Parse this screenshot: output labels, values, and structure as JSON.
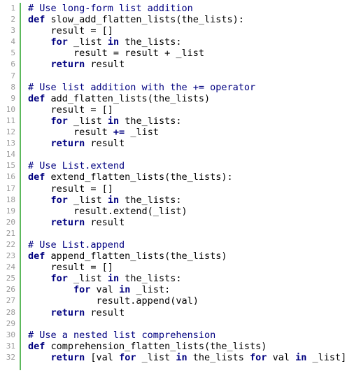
{
  "editor": {
    "colors": {
      "gutter_bar": "#5cb85c",
      "keyword": "#000080",
      "comment": "#000080",
      "text": "#000000",
      "line_number": "#9a9a9a"
    },
    "lines": [
      {
        "n": "1",
        "tokens": [
          {
            "t": "# Use long-form list addition",
            "c": "cm"
          }
        ]
      },
      {
        "n": "2",
        "tokens": [
          {
            "t": "def",
            "c": "kw"
          },
          {
            "t": " slow_add_flatten_lists(the_lists):",
            "c": "pl"
          }
        ]
      },
      {
        "n": "3",
        "tokens": [
          {
            "t": "    result = []",
            "c": "pl"
          }
        ]
      },
      {
        "n": "4",
        "tokens": [
          {
            "t": "    ",
            "c": "pl"
          },
          {
            "t": "for",
            "c": "kw"
          },
          {
            "t": " _list ",
            "c": "pl"
          },
          {
            "t": "in",
            "c": "kw"
          },
          {
            "t": " the_lists:",
            "c": "pl"
          }
        ]
      },
      {
        "n": "5",
        "tokens": [
          {
            "t": "        result = result + _list",
            "c": "pl"
          }
        ]
      },
      {
        "n": "6",
        "tokens": [
          {
            "t": "    ",
            "c": "pl"
          },
          {
            "t": "return",
            "c": "kw"
          },
          {
            "t": " result",
            "c": "pl"
          }
        ]
      },
      {
        "n": "7",
        "tokens": [
          {
            "t": "",
            "c": "pl"
          }
        ]
      },
      {
        "n": "8",
        "tokens": [
          {
            "t": "# Use list addition with the += operator",
            "c": "cm"
          }
        ]
      },
      {
        "n": "9",
        "tokens": [
          {
            "t": "def",
            "c": "kw"
          },
          {
            "t": " add_flatten_lists(the_lists)",
            "c": "pl"
          }
        ]
      },
      {
        "n": "10",
        "tokens": [
          {
            "t": "    result = []",
            "c": "pl"
          }
        ]
      },
      {
        "n": "11",
        "tokens": [
          {
            "t": "    ",
            "c": "pl"
          },
          {
            "t": "for",
            "c": "kw"
          },
          {
            "t": " _list ",
            "c": "pl"
          },
          {
            "t": "in",
            "c": "kw"
          },
          {
            "t": " the_lists:",
            "c": "pl"
          }
        ]
      },
      {
        "n": "12",
        "tokens": [
          {
            "t": "        result ",
            "c": "pl"
          },
          {
            "t": "+=",
            "c": "kw"
          },
          {
            "t": " _list",
            "c": "pl"
          }
        ]
      },
      {
        "n": "13",
        "tokens": [
          {
            "t": "    ",
            "c": "pl"
          },
          {
            "t": "return",
            "c": "kw"
          },
          {
            "t": " result",
            "c": "pl"
          }
        ]
      },
      {
        "n": "14",
        "tokens": [
          {
            "t": "",
            "c": "pl"
          }
        ]
      },
      {
        "n": "15",
        "tokens": [
          {
            "t": "# Use List.extend",
            "c": "cm"
          }
        ]
      },
      {
        "n": "16",
        "tokens": [
          {
            "t": "def",
            "c": "kw"
          },
          {
            "t": " extend_flatten_lists(the_lists):",
            "c": "pl"
          }
        ]
      },
      {
        "n": "17",
        "tokens": [
          {
            "t": "    result = []",
            "c": "pl"
          }
        ]
      },
      {
        "n": "18",
        "tokens": [
          {
            "t": "    ",
            "c": "pl"
          },
          {
            "t": "for",
            "c": "kw"
          },
          {
            "t": " _list ",
            "c": "pl"
          },
          {
            "t": "in",
            "c": "kw"
          },
          {
            "t": " the_lists:",
            "c": "pl"
          }
        ]
      },
      {
        "n": "19",
        "tokens": [
          {
            "t": "        result.extend(_list)",
            "c": "pl"
          }
        ]
      },
      {
        "n": "20",
        "tokens": [
          {
            "t": "    ",
            "c": "pl"
          },
          {
            "t": "return",
            "c": "kw"
          },
          {
            "t": " result",
            "c": "pl"
          }
        ]
      },
      {
        "n": "21",
        "tokens": [
          {
            "t": "",
            "c": "pl"
          }
        ]
      },
      {
        "n": "22",
        "tokens": [
          {
            "t": "# Use List.append",
            "c": "cm"
          }
        ]
      },
      {
        "n": "23",
        "tokens": [
          {
            "t": "def",
            "c": "kw"
          },
          {
            "t": " append_flatten_lists(the_lists)",
            "c": "pl"
          }
        ]
      },
      {
        "n": "24",
        "tokens": [
          {
            "t": "    result = []",
            "c": "pl"
          }
        ]
      },
      {
        "n": "25",
        "tokens": [
          {
            "t": "    ",
            "c": "pl"
          },
          {
            "t": "for",
            "c": "kw"
          },
          {
            "t": " _list ",
            "c": "pl"
          },
          {
            "t": "in",
            "c": "kw"
          },
          {
            "t": " the_lists:",
            "c": "pl"
          }
        ]
      },
      {
        "n": "26",
        "tokens": [
          {
            "t": "        ",
            "c": "pl"
          },
          {
            "t": "for",
            "c": "kw"
          },
          {
            "t": " val ",
            "c": "pl"
          },
          {
            "t": "in",
            "c": "kw"
          },
          {
            "t": " _list:",
            "c": "pl"
          }
        ]
      },
      {
        "n": "27",
        "tokens": [
          {
            "t": "            result.append(val)",
            "c": "pl"
          }
        ]
      },
      {
        "n": "28",
        "tokens": [
          {
            "t": "    ",
            "c": "pl"
          },
          {
            "t": "return",
            "c": "kw"
          },
          {
            "t": " result",
            "c": "pl"
          }
        ]
      },
      {
        "n": "29",
        "tokens": [
          {
            "t": "",
            "c": "pl"
          }
        ]
      },
      {
        "n": "30",
        "tokens": [
          {
            "t": "# Use a nested list comprehension",
            "c": "cm"
          }
        ]
      },
      {
        "n": "31",
        "tokens": [
          {
            "t": "def",
            "c": "kw"
          },
          {
            "t": " comprehension_flatten_lists(the_lists)",
            "c": "pl"
          }
        ]
      },
      {
        "n": "32",
        "tokens": [
          {
            "t": "    ",
            "c": "pl"
          },
          {
            "t": "return",
            "c": "kw"
          },
          {
            "t": " [val ",
            "c": "pl"
          },
          {
            "t": "for",
            "c": "kw"
          },
          {
            "t": " _list ",
            "c": "pl"
          },
          {
            "t": "in",
            "c": "kw"
          },
          {
            "t": " the_lists ",
            "c": "pl"
          },
          {
            "t": "for",
            "c": "kw"
          },
          {
            "t": " val ",
            "c": "pl"
          },
          {
            "t": "in",
            "c": "kw"
          },
          {
            "t": " _list]",
            "c": "pl"
          }
        ]
      }
    ]
  }
}
